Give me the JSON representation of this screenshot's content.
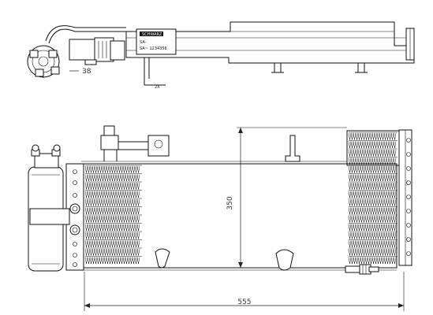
{
  "dimensions": {
    "height_label": "350",
    "width_label": "555",
    "top_view_offset_label": "38"
  },
  "top_view_label": {
    "brand": "SCHWARZ",
    "line1": "SA-",
    "line2": "SA~ 1234356"
  },
  "colors": {
    "line": "#111111",
    "background": "#ffffff"
  }
}
